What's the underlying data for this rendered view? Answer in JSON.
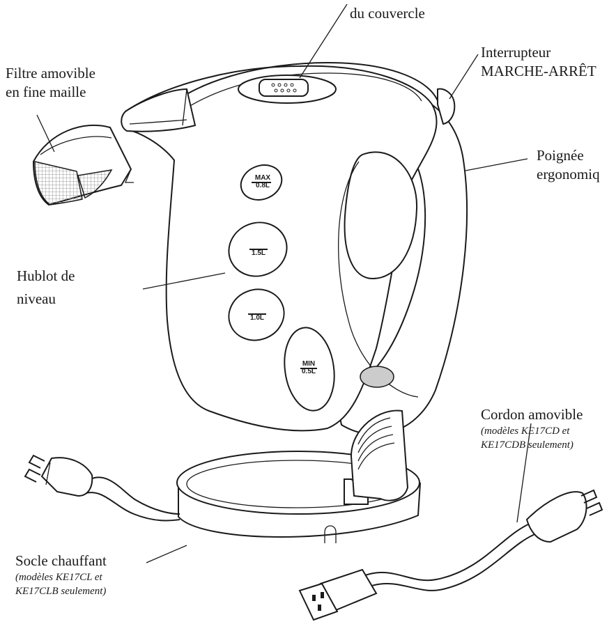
{
  "labels": {
    "lid_release": {
      "line1": "du couvercle"
    },
    "switch": {
      "line1": "Interrupteur",
      "line2": "MARCHE-ARRÊT"
    },
    "filter": {
      "line1": "Filtre amovible",
      "line2": "en fine maille"
    },
    "handle": {
      "line1": "Poignée",
      "line2": "ergonomiq"
    },
    "water_window": {
      "line1": "Hublot de",
      "line2": "niveau"
    },
    "cord": {
      "line1": "Cordon amovible",
      "note1": "(modèles KE17CD et",
      "note2": "KE17CDB seulement)"
    },
    "base": {
      "line1": "Socle chauffant",
      "note1": "(modèles KE17CL et",
      "note2": "KE17CLB seulement)"
    }
  },
  "level_marks": {
    "max": {
      "word": "MAX",
      "volume": "0.8L"
    },
    "mid_high": "1.5L",
    "mid_low": "1.0L",
    "min": {
      "word": "MIN",
      "volume": "0.5L"
    }
  },
  "colors": {
    "line": "#1a1a1a",
    "indicator": "#cccccc",
    "mesh": "#9a9a9a"
  }
}
